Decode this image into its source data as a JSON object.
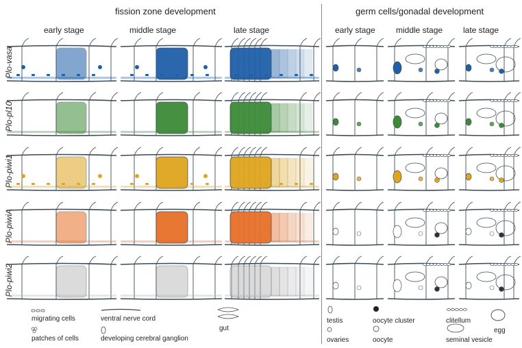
{
  "headers": {
    "left": "fission zone development",
    "right": "germ cells/gonadal development"
  },
  "stages": [
    "early stage",
    "middle stage",
    "late stage"
  ],
  "genes": [
    {
      "name": "Plo-vasa",
      "color": "#1f5fa8"
    },
    {
      "name": "Plo-pl10",
      "color": "#3d8b37"
    },
    {
      "name": "Plo-piwi1",
      "color": "#e0a51e"
    },
    {
      "name": "Plo-piwiA",
      "color": "#e8702a"
    },
    {
      "name": "Plo-piwi2",
      "color": "#b8b8b8"
    }
  ],
  "legend": {
    "migrating_cells": "migrating cells",
    "patches_of_cells": "patches of cells",
    "ventral_nerve_cord": "ventral nerve cord",
    "developing_cerebral_ganglion": "developing cerebral ganglion",
    "gut": "gut",
    "testis": "testis",
    "ovaries": "ovaries",
    "oocyte_cluster": "oocyte cluster",
    "oocyte": "oocyte",
    "clitellum": "clitellum",
    "seminal_vesicle": "seminal vesicle",
    "egg": "egg"
  }
}
